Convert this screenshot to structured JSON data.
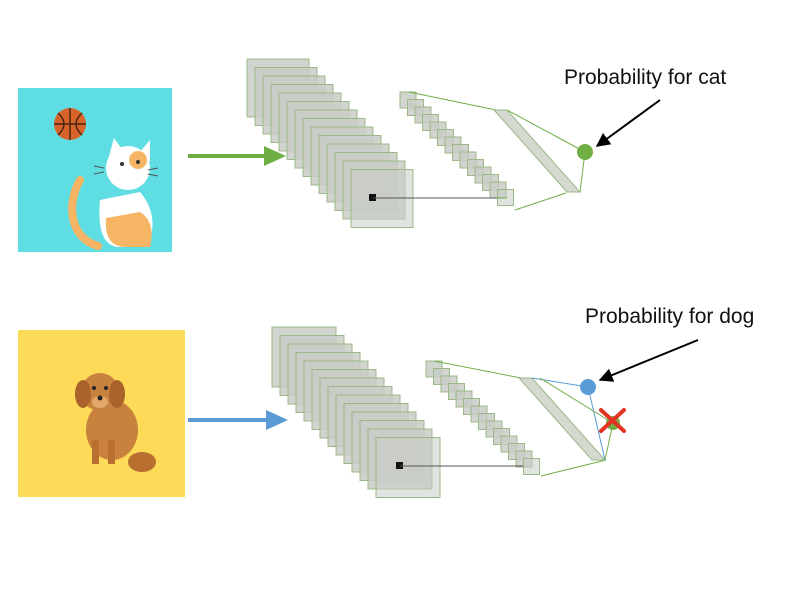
{
  "rows": [
    {
      "id": "cat",
      "image_subject": "cat with basketball",
      "image_bg": "#5EDDE3",
      "arrow_color": "#6FAE45",
      "output_label": "Probability for cat",
      "output_node_color": "#6FAE45",
      "rejected": false
    },
    {
      "id": "dog",
      "image_subject": "golden retriever dog",
      "image_bg": "#FDDA57",
      "arrow_color": "#5B9BD5",
      "output_label": "Probability for dog",
      "output_node_color": "#5B9BD5",
      "rejected": true,
      "rejected_node_color": "#6FAE45",
      "reject_mark_color": "#E53323"
    }
  ],
  "colors": {
    "layer_fill": "#C9CCC7",
    "layer_stroke": "#9BB887",
    "connector_green": "#6FAE45",
    "connector_blue": "#5B9BD5"
  }
}
